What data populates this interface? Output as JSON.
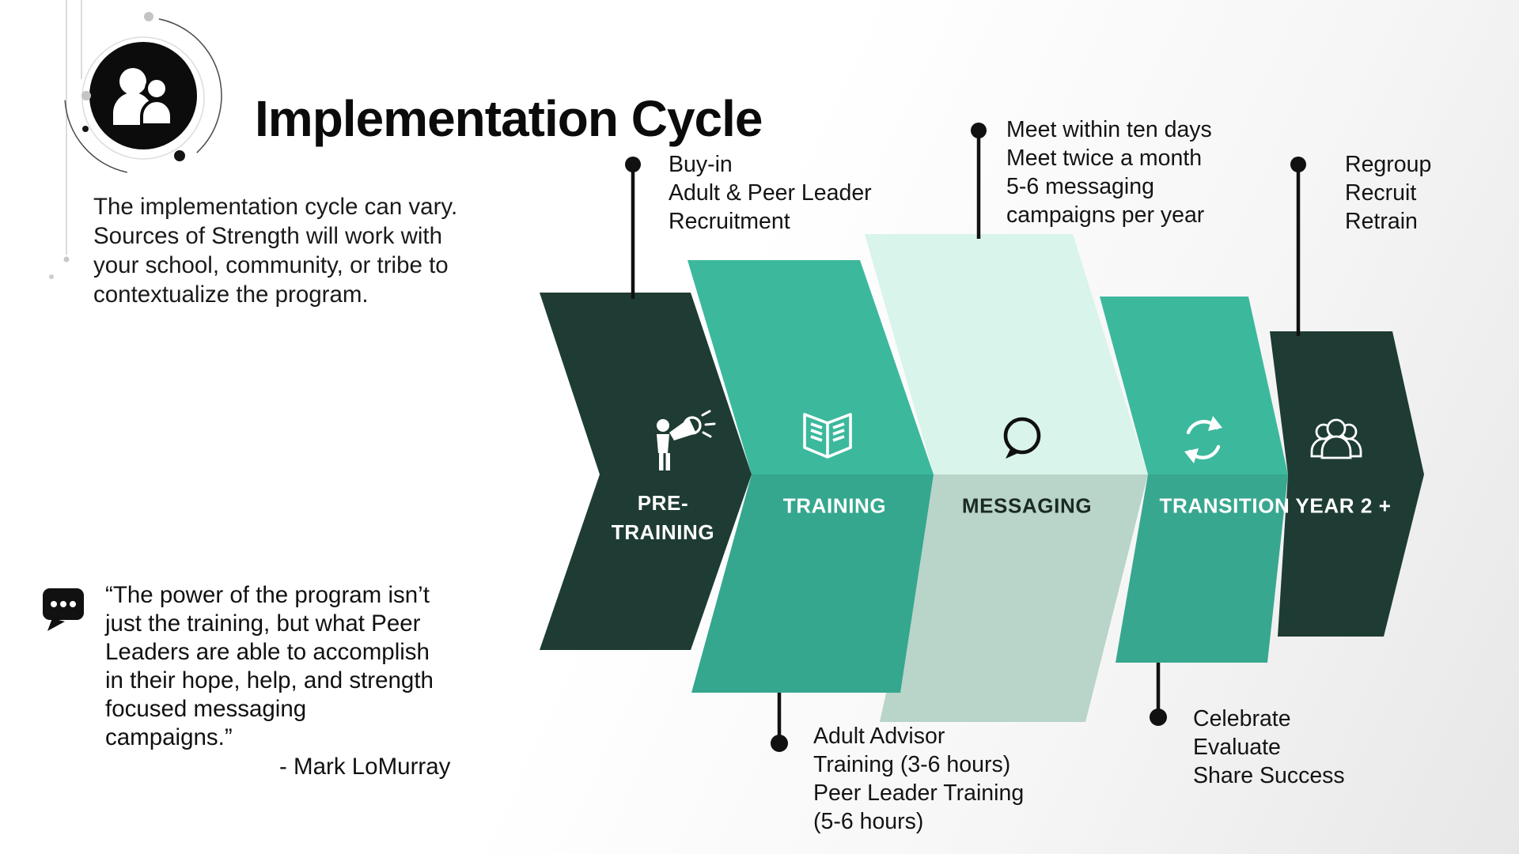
{
  "header": {
    "title": "Implementation Cycle",
    "logo_icon": "people-duo-icon"
  },
  "intro": {
    "text": "The implementation cycle can vary.\nSources of Strength will work with\nyour school, community, or tribe to\ncontextualize the program."
  },
  "quote": {
    "icon": "speech-bubble-dots-icon",
    "text": "“The power of the program isn’t\njust the training, but what Peer\nLeaders are able to accomplish\nin their hope, help, and strength\nfocused messaging\ncampaigns.”",
    "attribution": "- Mark LoMurray"
  },
  "phases": [
    {
      "id": "pre-training",
      "label": "PRE-\nTRAINING",
      "icon": "megaphone-person-icon"
    },
    {
      "id": "training",
      "label": "TRAINING",
      "icon": "open-book-icon"
    },
    {
      "id": "messaging",
      "label": "MESSAGING",
      "icon": "speech-bubble-icon"
    },
    {
      "id": "transition",
      "label": "TRANSITION",
      "icon": "sync-arrows-icon"
    },
    {
      "id": "year-2-plus",
      "label": "YEAR 2 +",
      "icon": "people-group-icon"
    }
  ],
  "callouts": {
    "buy_in": {
      "text": "Buy-in\nAdult & Peer Leader\nRecruitment",
      "attached_to": "pre-training"
    },
    "meetings": {
      "text": "Meet within ten days\nMeet twice a month\n5-6 messaging\ncampaigns per year",
      "attached_to": "messaging"
    },
    "regroup": {
      "text": "Regroup\nRecruit\nRetrain",
      "attached_to": "year-2-plus"
    },
    "adult_advisor": {
      "text": "Adult Advisor\nTraining (3-6 hours)\nPeer Leader Training\n(5-6 hours)",
      "attached_to": "training"
    },
    "celebrate": {
      "text": "Celebrate\nEvaluate\nShare Success",
      "attached_to": "transition"
    }
  },
  "colors": {
    "dark_green": "#1e3c33",
    "teal_top": "#3cb89d",
    "teal_bottom": "#35a78e",
    "mint_top": "#d9f4ea",
    "mint_bottom": "#b9d4c9",
    "callout_ink": "#111111",
    "background_fade": "#e7e7e7"
  }
}
